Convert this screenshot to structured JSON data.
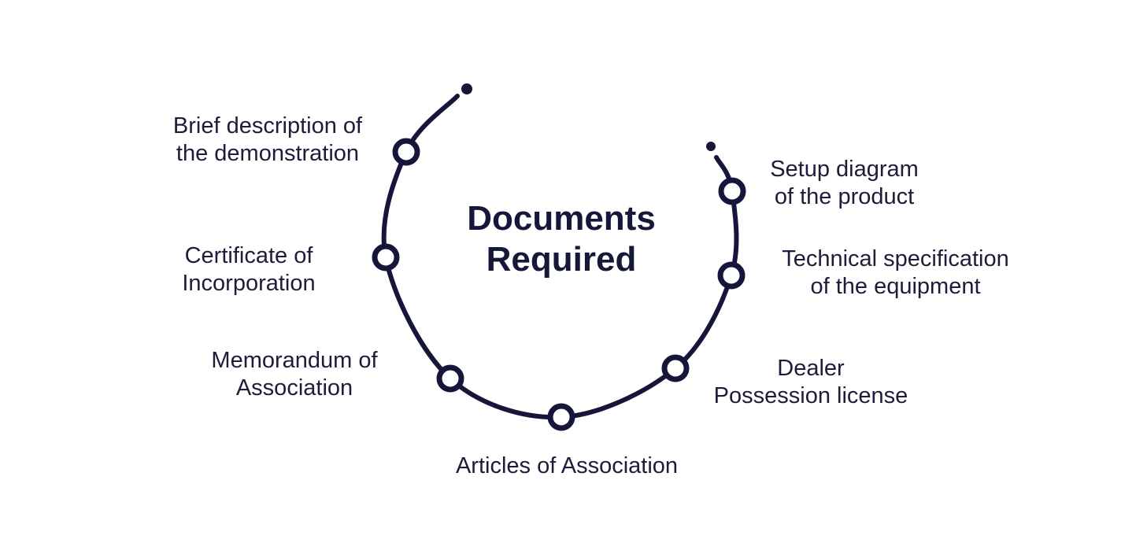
{
  "title": [
    "Documents",
    "Required"
  ],
  "colors": {
    "line": "#16163a",
    "text": "#1c1d3a"
  },
  "items": [
    {
      "lines": [
        "Brief description of",
        "the demonstration"
      ]
    },
    {
      "lines": [
        "Certificate of",
        "Incorporation"
      ]
    },
    {
      "lines": [
        "Memorandum of",
        "Association"
      ]
    },
    {
      "lines": [
        "Articles of Association"
      ]
    },
    {
      "lines": [
        "Dealer",
        "Possession license"
      ]
    },
    {
      "lines": [
        "Technical specification",
        "of the equipment"
      ]
    },
    {
      "lines": [
        "Setup diagram",
        "of the product"
      ]
    }
  ]
}
